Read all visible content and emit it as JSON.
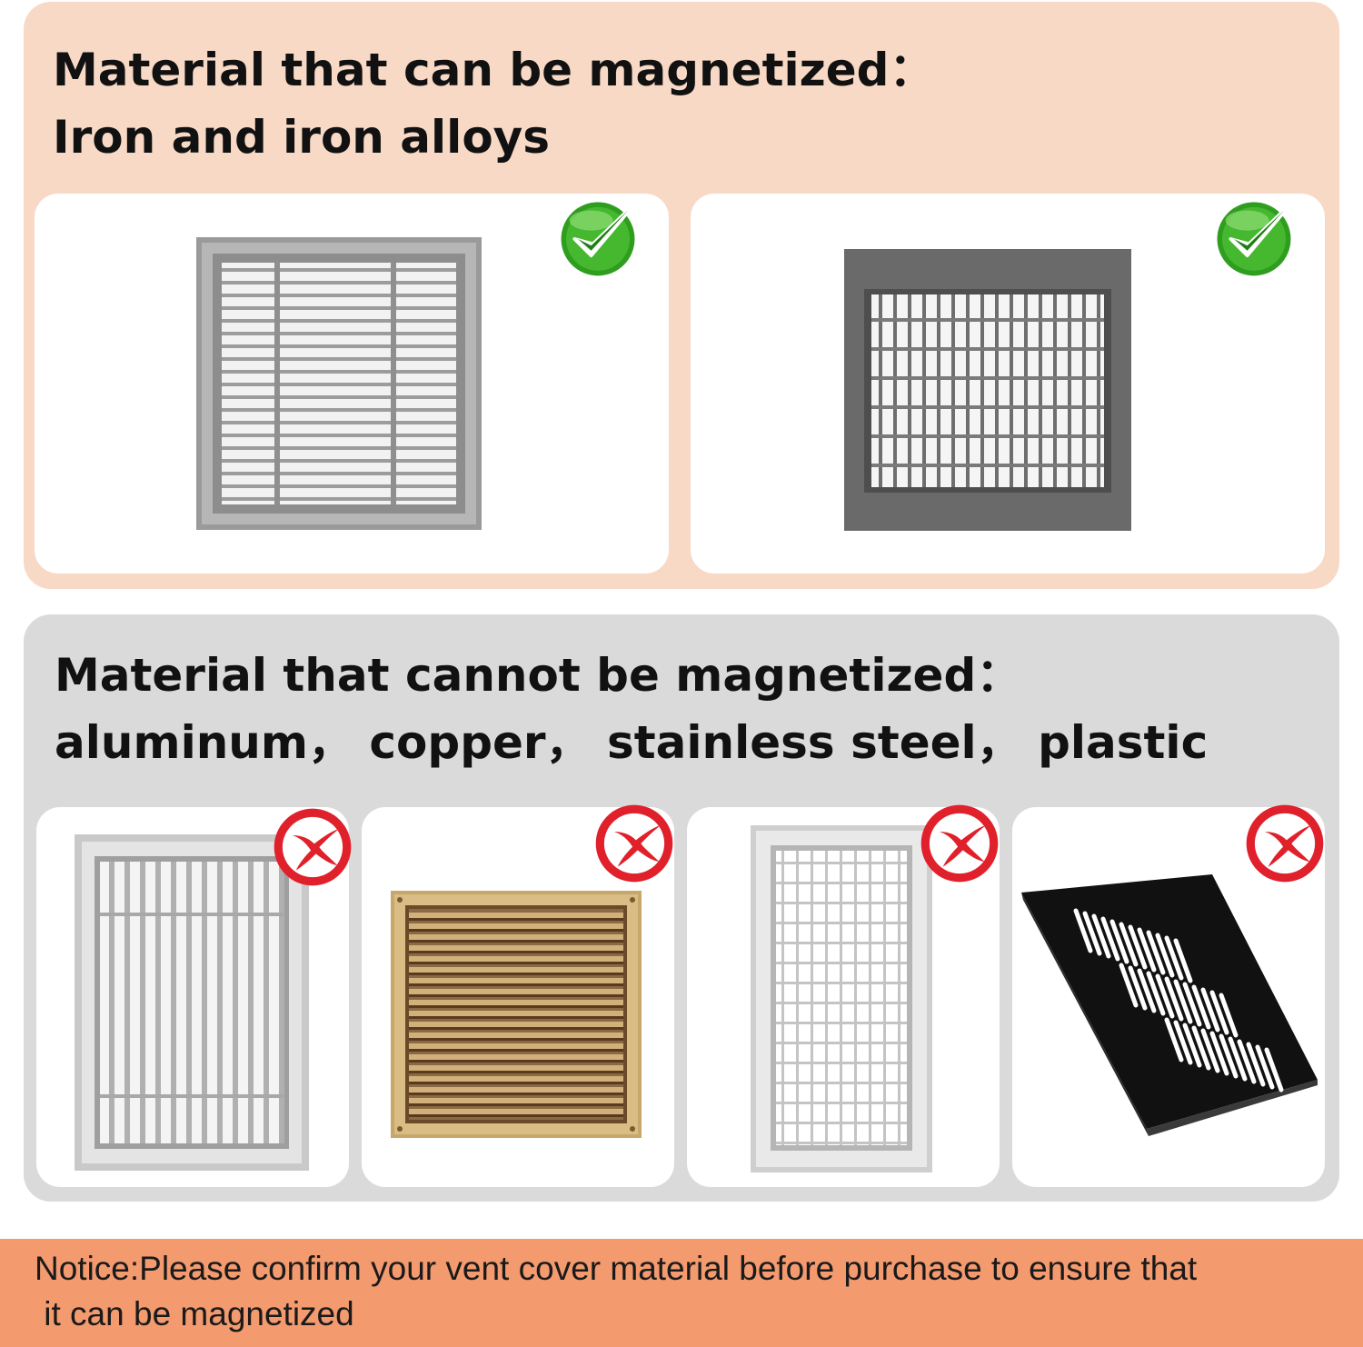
{
  "magnetizable": {
    "heading_line1": "Material that can be magnetized：",
    "heading_line2": "Iron and iron alloys",
    "examples": [
      {
        "vent": "grey-louvered-square-vent",
        "mark": "green-check-icon"
      },
      {
        "vent": "dark-grey-egg-crate-grille",
        "mark": "green-check-icon"
      }
    ]
  },
  "non_magnetizable": {
    "heading_line1": "Material that cannot be magnetized：",
    "heading_line2": "aluminum， copper， stainless steel， plastic",
    "examples": [
      {
        "vent": "aluminum-vertical-bar-grille",
        "mark": "red-x-icon"
      },
      {
        "vent": "copper-louvered-vent",
        "mark": "red-x-icon"
      },
      {
        "vent": "stainless-steel-grid-grille",
        "mark": "red-x-icon"
      },
      {
        "vent": "black-plastic-slotted-vent",
        "mark": "red-x-icon"
      }
    ]
  },
  "notice": {
    "line1": "Notice:Please confirm your vent cover material before purchase to ensure that",
    "line2": " it can be magnetized"
  },
  "colors": {
    "yes_panel": "#f7d9c6",
    "no_panel": "#dadada",
    "notice_bar": "#f39a6f",
    "check_green": "#3fae2a",
    "x_red": "#e0202a"
  }
}
